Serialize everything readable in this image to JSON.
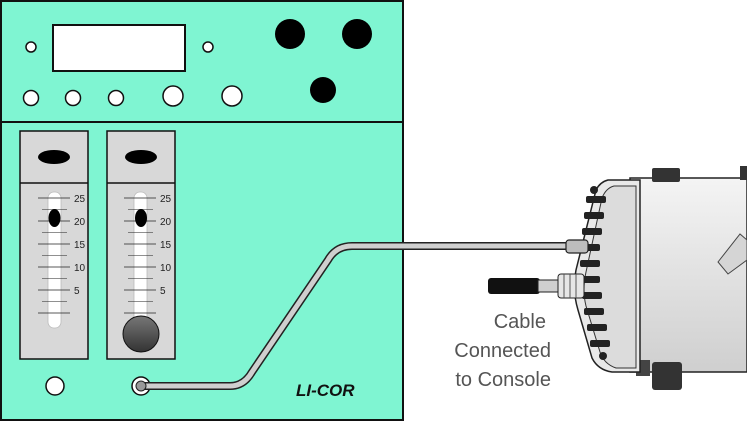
{
  "colors": {
    "console_panel": "#7ff5d2",
    "tube_panel": "#d8d8d8",
    "outline": "#111111",
    "cable": "#bdbdbd",
    "sensor_body": "#e6e6e6"
  },
  "console": {
    "brand_label": "LI-COR",
    "flowmeters": [
      {
        "scale_labels": [
          "25",
          "20",
          "15",
          "10",
          "5"
        ],
        "float": "oval"
      },
      {
        "scale_labels": [
          "25",
          "20",
          "15",
          "10",
          "5"
        ],
        "float": "ball"
      }
    ]
  },
  "caption": {
    "lines": [
      "Cable",
      "Connected",
      "to Console"
    ]
  }
}
